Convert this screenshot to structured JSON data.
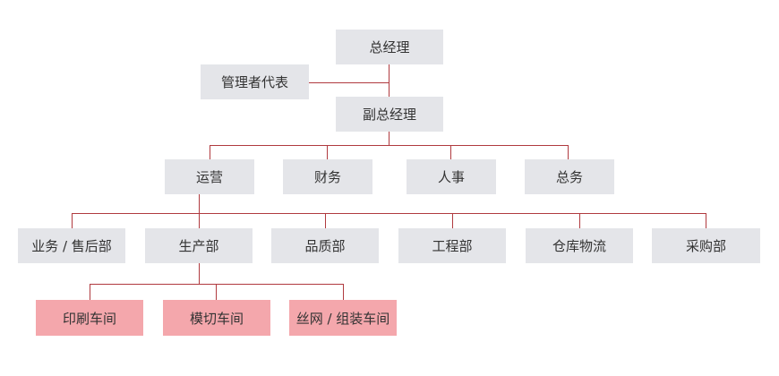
{
  "org_chart": {
    "general_manager": "总经理",
    "management_rep": "管理者代表",
    "deputy_gm": "副总经理",
    "departments": [
      "运营",
      "财务",
      "人事",
      "总务"
    ],
    "operations_units": [
      "业务 / 售后部",
      "生产部",
      "品质部",
      "工程部",
      "仓库物流",
      "采购部"
    ],
    "workshops": [
      "印刷车间",
      "模切车间",
      "丝网 / 组装车间"
    ]
  },
  "colors": {
    "connector": "#b03a3f",
    "box": "#e4e5e9",
    "workshop_box": "#f4a7ac",
    "text": "#333333"
  }
}
